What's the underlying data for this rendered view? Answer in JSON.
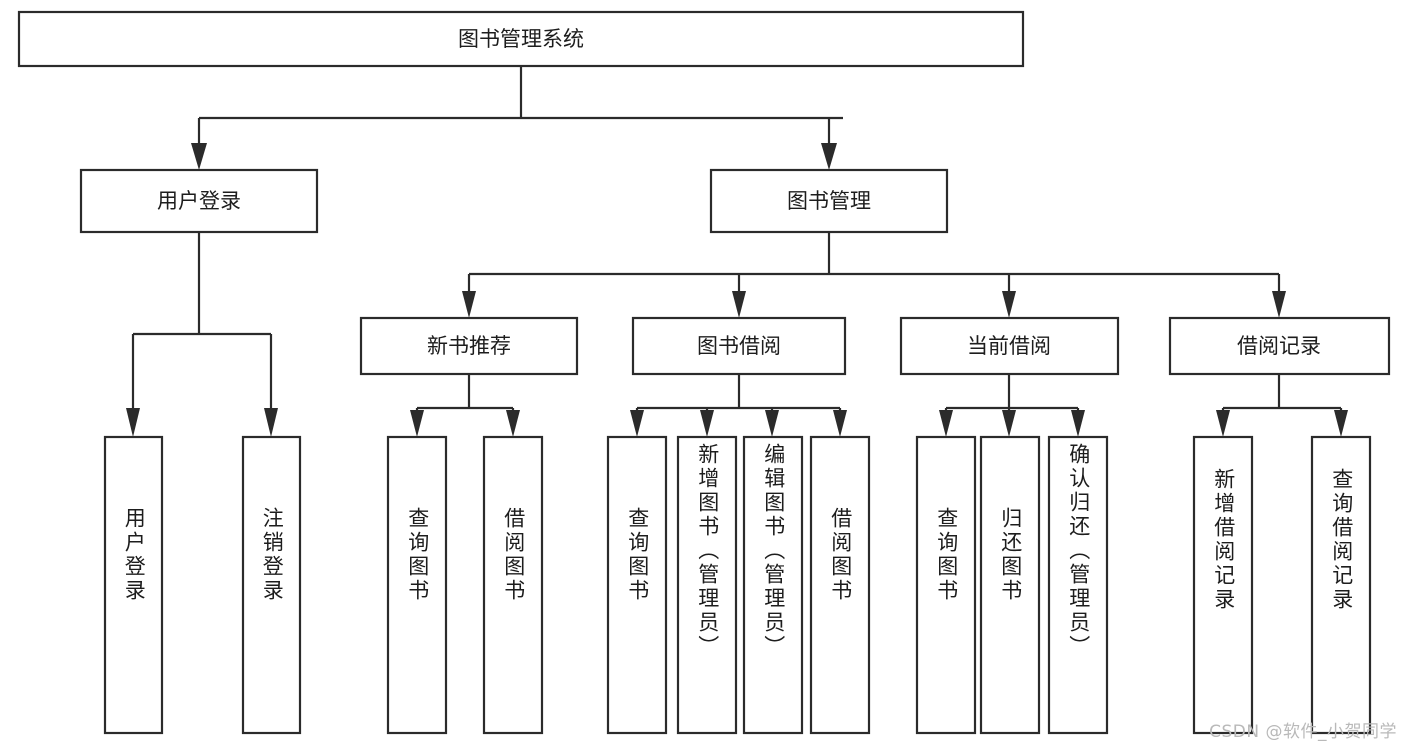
{
  "diagram": {
    "title": "图书管理系统",
    "type": "tree-hierarchy-diagram",
    "root": {
      "label": "图书管理系统",
      "orientation": "horizontal"
    },
    "level1": [
      {
        "label": "用户登录",
        "orientation": "horizontal"
      },
      {
        "label": "图书管理",
        "orientation": "horizontal"
      }
    ],
    "level2": [
      {
        "label": "新书推荐",
        "orientation": "horizontal",
        "parent": "图书管理"
      },
      {
        "label": "图书借阅",
        "orientation": "horizontal",
        "parent": "图书管理"
      },
      {
        "label": "当前借阅",
        "orientation": "horizontal",
        "parent": "图书管理"
      },
      {
        "label": "借阅记录",
        "orientation": "horizontal",
        "parent": "图书管理"
      }
    ],
    "leaves": [
      {
        "label": "用户登录",
        "orientation": "vertical",
        "parent": "用户登录"
      },
      {
        "label": "注销登录",
        "orientation": "vertical",
        "parent": "用户登录"
      },
      {
        "label": "查询图书",
        "orientation": "vertical",
        "parent": "新书推荐"
      },
      {
        "label": "借阅图书",
        "orientation": "vertical",
        "parent": "新书推荐"
      },
      {
        "label": "查询图书",
        "orientation": "vertical",
        "parent": "图书借阅"
      },
      {
        "label": "新增图书（管理员）",
        "orientation": "vertical",
        "parent": "图书借阅"
      },
      {
        "label": "编辑图书（管理员）",
        "orientation": "vertical",
        "parent": "图书借阅"
      },
      {
        "label": "借阅图书",
        "orientation": "vertical",
        "parent": "图书借阅"
      },
      {
        "label": "查询图书",
        "orientation": "vertical",
        "parent": "当前借阅"
      },
      {
        "label": "归还图书",
        "orientation": "vertical",
        "parent": "当前借阅"
      },
      {
        "label": "确认归还（管理员）",
        "orientation": "vertical",
        "parent": "当前借阅"
      },
      {
        "label": "新增借阅记录",
        "orientation": "vertical",
        "parent": "借阅记录"
      },
      {
        "label": "查询借阅记录",
        "orientation": "vertical",
        "parent": "借阅记录"
      }
    ],
    "watermark": "CSDN @软件_小贺同学",
    "colors": {
      "stroke": "#2b2b2b",
      "fill": "#ffffff",
      "text": "#1d1d1d",
      "watermark": "#b9b9b9"
    }
  }
}
